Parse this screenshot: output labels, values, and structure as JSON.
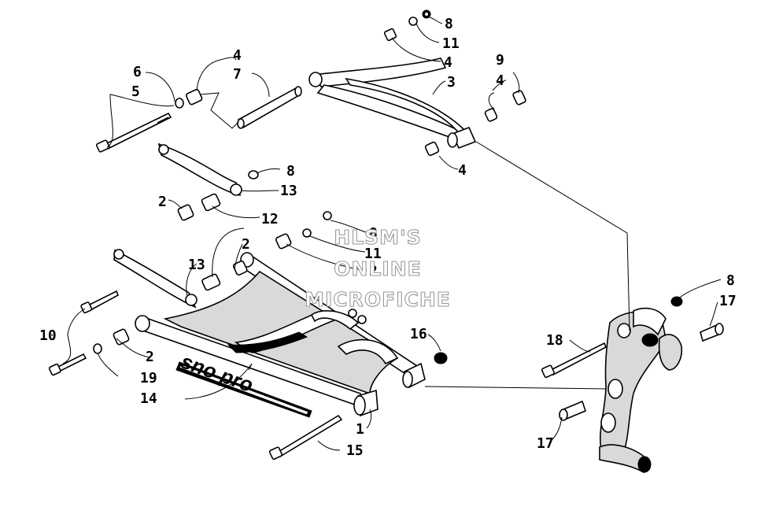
{
  "watermark": {
    "line1": "HLSM'S",
    "line2": "ONLINE",
    "line3": "MICROFICHE"
  },
  "decal_text": "sno pro",
  "callouts": [
    {
      "id": "c8a",
      "text": "8"
    },
    {
      "id": "c11a",
      "text": "11"
    },
    {
      "id": "c4a",
      "text": "4"
    },
    {
      "id": "c3",
      "text": "3"
    },
    {
      "id": "c9",
      "text": "9"
    },
    {
      "id": "c4b",
      "text": "4"
    },
    {
      "id": "c4c",
      "text": "4"
    },
    {
      "id": "c4d",
      "text": "4"
    },
    {
      "id": "c7",
      "text": "7"
    },
    {
      "id": "c6",
      "text": "6"
    },
    {
      "id": "c5",
      "text": "5"
    },
    {
      "id": "c8b",
      "text": "8"
    },
    {
      "id": "c13a",
      "text": "13"
    },
    {
      "id": "c2a",
      "text": "2"
    },
    {
      "id": "c12",
      "text": "12"
    },
    {
      "id": "c2b",
      "text": "2"
    },
    {
      "id": "c8c",
      "text": "8"
    },
    {
      "id": "c11b",
      "text": "11"
    },
    {
      "id": "c2c",
      "text": "2"
    },
    {
      "id": "c13b",
      "text": "13"
    },
    {
      "id": "c10",
      "text": "10"
    },
    {
      "id": "c2d",
      "text": "2"
    },
    {
      "id": "c19",
      "text": "19"
    },
    {
      "id": "c14",
      "text": "14"
    },
    {
      "id": "c16",
      "text": "16"
    },
    {
      "id": "c1",
      "text": "1"
    },
    {
      "id": "c15",
      "text": "15"
    },
    {
      "id": "c8d",
      "text": "8"
    },
    {
      "id": "c17a",
      "text": "17"
    },
    {
      "id": "c18",
      "text": "18"
    },
    {
      "id": "c17b",
      "text": "17"
    }
  ]
}
